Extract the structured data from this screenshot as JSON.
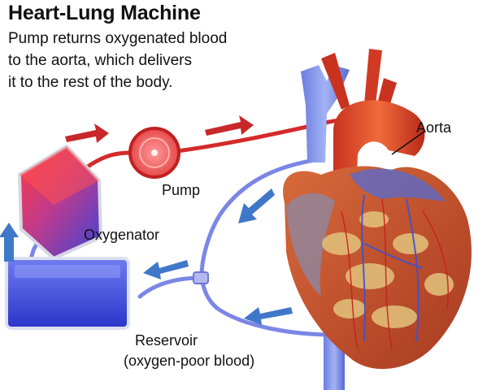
{
  "header": {
    "title": "Heart-Lung Machine",
    "description_lines": [
      "Pump returns oxygenated blood",
      "to the aorta, which delivers",
      "it to the rest of the body."
    ]
  },
  "labels": {
    "aorta": "Aorta",
    "pump": "Pump",
    "oxygenator": "Oxygenator",
    "reservoir": "Reservoir",
    "reservoir_note": "(oxygen-poor blood)"
  },
  "colors": {
    "oxygenated": "#d42a2a",
    "deoxygenated": "#3f4fd9",
    "arrow_red": "#c8282a",
    "arrow_blue": "#3f78c8",
    "heart_muscle": "#c9542f",
    "fat": "#e3c37c"
  }
}
